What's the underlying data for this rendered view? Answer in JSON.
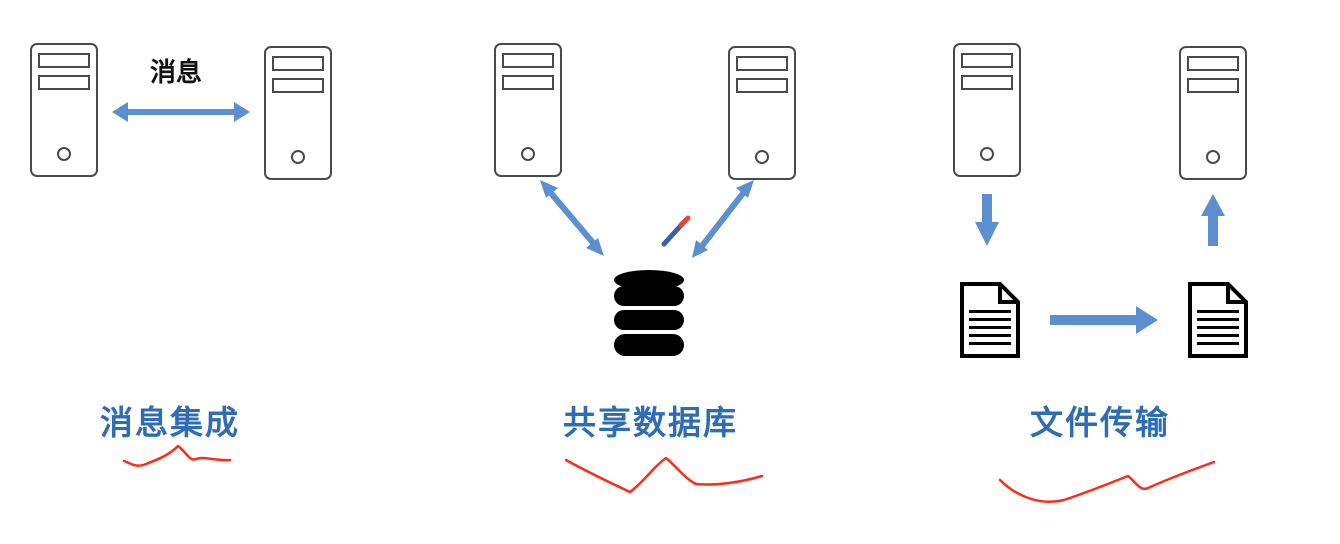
{
  "diagram": {
    "message_label": "消息",
    "captions": [
      "消息集成",
      "共享数据库",
      "文件传输"
    ],
    "colors": {
      "arrow": "#5b8fd0",
      "caption": "#2e6db4",
      "annotation": "#ff2a1a",
      "outline": "#4a4a4a"
    },
    "icons": [
      "server-icon",
      "database-icon",
      "document-icon",
      "pencil-icon"
    ]
  }
}
